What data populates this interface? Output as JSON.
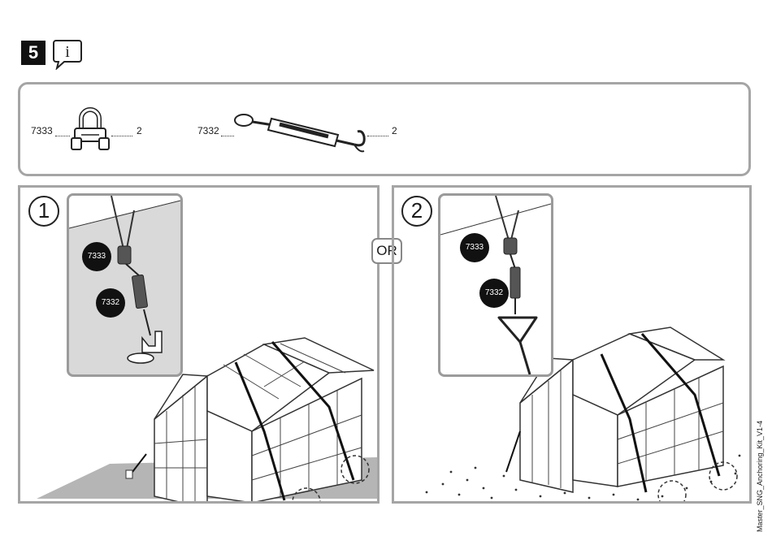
{
  "step": {
    "number": "5"
  },
  "info_icon": {
    "icon": "info-icon",
    "glyph": "i"
  },
  "parts": [
    {
      "code": "7333",
      "qty": "2",
      "icon": "wire-rope-clip-icon"
    },
    {
      "code": "7332",
      "qty": "2",
      "icon": "turnbuckle-icon"
    }
  ],
  "option1": {
    "number": "1",
    "callouts": [
      "7333",
      "7332"
    ]
  },
  "divider": {
    "label": "OR"
  },
  "option2": {
    "number": "2",
    "callouts": [
      "7333",
      "7332"
    ]
  },
  "side_label": "Master_SNG_Anchoring_Kit_V1-4"
}
